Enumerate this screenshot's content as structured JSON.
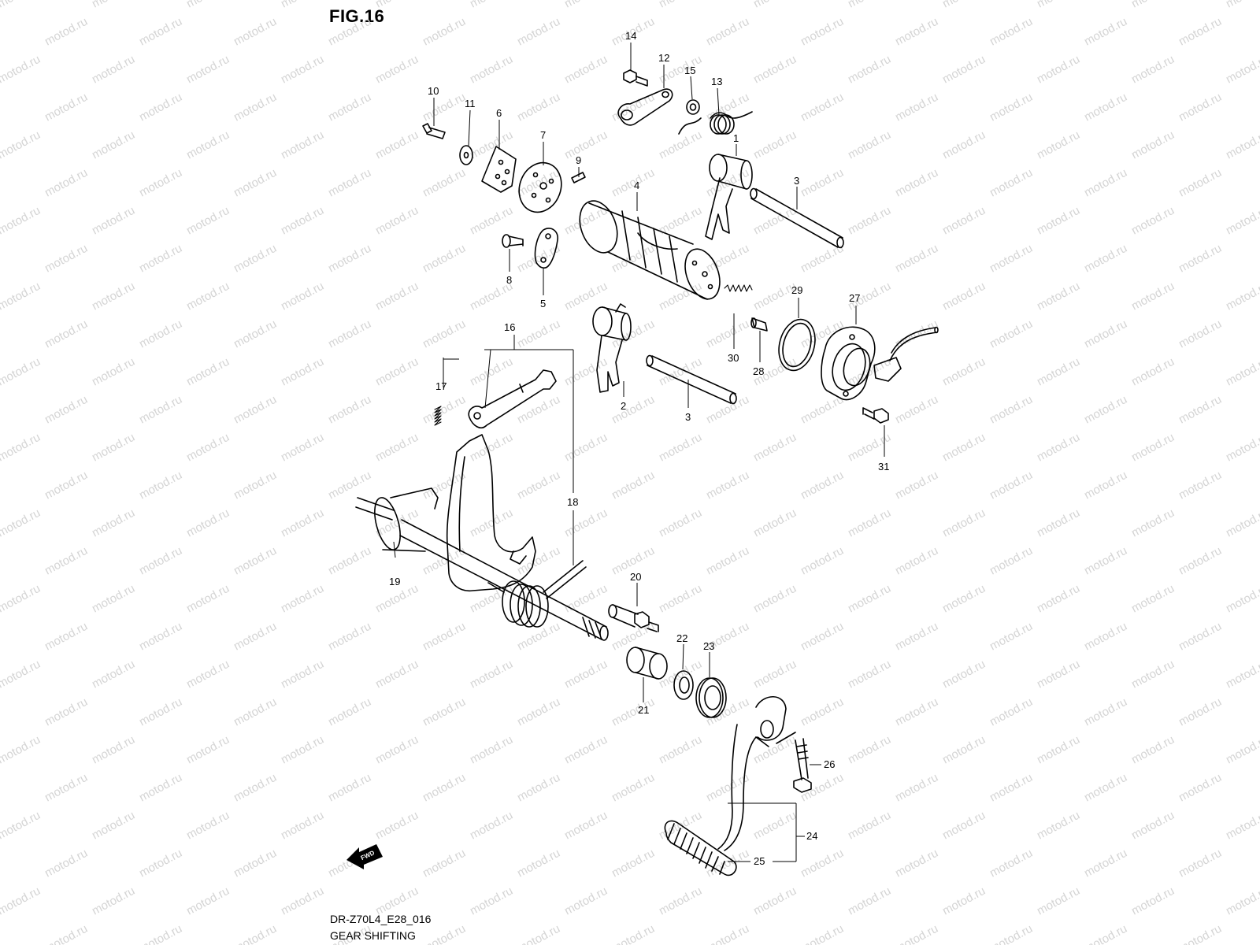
{
  "figure": {
    "title": "FIG.16",
    "code": "DR-Z70L4_E28_016",
    "caption": "GEAR SHIFTING",
    "fwd_label": "FWD",
    "watermark": "motod.ru"
  },
  "callouts": [
    {
      "id": "c1",
      "label": "1"
    },
    {
      "id": "c2",
      "label": "2"
    },
    {
      "id": "c3a",
      "label": "3"
    },
    {
      "id": "c3b",
      "label": "3"
    },
    {
      "id": "c4",
      "label": "4"
    },
    {
      "id": "c5",
      "label": "5"
    },
    {
      "id": "c6",
      "label": "6"
    },
    {
      "id": "c7",
      "label": "7"
    },
    {
      "id": "c8",
      "label": "8"
    },
    {
      "id": "c9",
      "label": "9"
    },
    {
      "id": "c10",
      "label": "10"
    },
    {
      "id": "c11",
      "label": "11"
    },
    {
      "id": "c12",
      "label": "12"
    },
    {
      "id": "c13",
      "label": "13"
    },
    {
      "id": "c14",
      "label": "14"
    },
    {
      "id": "c15",
      "label": "15"
    },
    {
      "id": "c16",
      "label": "16"
    },
    {
      "id": "c17",
      "label": "17"
    },
    {
      "id": "c18",
      "label": "18"
    },
    {
      "id": "c19",
      "label": "19"
    },
    {
      "id": "c20",
      "label": "20"
    },
    {
      "id": "c21",
      "label": "21"
    },
    {
      "id": "c22",
      "label": "22"
    },
    {
      "id": "c23",
      "label": "23"
    },
    {
      "id": "c24",
      "label": "24"
    },
    {
      "id": "c25",
      "label": "25"
    },
    {
      "id": "c26",
      "label": "26"
    },
    {
      "id": "c27",
      "label": "27"
    },
    {
      "id": "c28",
      "label": "28"
    },
    {
      "id": "c29",
      "label": "29"
    },
    {
      "id": "c30",
      "label": "30"
    },
    {
      "id": "c31",
      "label": "31"
    }
  ]
}
